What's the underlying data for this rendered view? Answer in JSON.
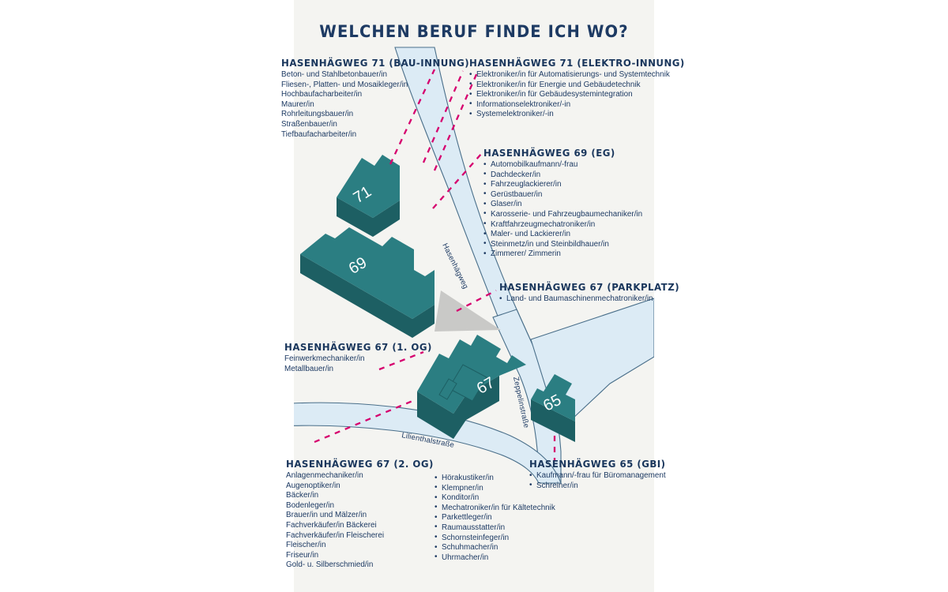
{
  "poster": {
    "title": "WELCHEN BERUF FINDE ICH WO?",
    "background_color": "#f4f4f1",
    "text_color": "#1d3a63",
    "accent_color": "#d6006e",
    "building_top_color": "#2b7e82",
    "building_side_color": "#1d5f63",
    "road_fill_color": "#dcebf5",
    "road_stroke_color": "#4a6f8a",
    "plaza_color": "#c9c9c7"
  },
  "map": {
    "buildings": [
      {
        "number": "71"
      },
      {
        "number": "69"
      },
      {
        "number": "67"
      },
      {
        "number": "65"
      }
    ],
    "streets": [
      {
        "name": "Hasenhägweg"
      },
      {
        "name": "Zeppelinstraße"
      },
      {
        "name": "Lilienthalstraße"
      }
    ]
  },
  "blocks": [
    {
      "id": "bau",
      "heading": "HASENHÄGWEG 71 (BAU-INNUNG)",
      "bulleted": false,
      "items": [
        "Beton- und Stahlbetonbauer/in",
        "Fliesen-, Platten- und Mosaikleger/in",
        "Hochbaufacharbeiter/in",
        "Maurer/in",
        "Rohrleitungsbauer/in",
        "Straßenbauer/in",
        "Tiefbaufacharbeiter/in"
      ]
    },
    {
      "id": "elektro",
      "heading": "HASENHÄGWEG 71 (ELEKTRO-INNUNG)",
      "bulleted": true,
      "items": [
        "Elektroniker/in für Automatisierungs- und Systemtechnik",
        "Elektroniker/in für Energie und Gebäudetechnik",
        "Elektroniker/in für Gebäudesystemintegration",
        "Informationselektroniker/-in",
        "Systemelektroniker/-in"
      ]
    },
    {
      "id": "69eg",
      "heading": "HASENHÄGWEG 69 (EG)",
      "bulleted": true,
      "items": [
        "Automobilkaufmann/-frau",
        "Dachdecker/in",
        "Fahrzeuglackierer/in",
        "Gerüstbauer/in",
        "Glaser/in",
        "Karosserie- und Fahrzeugbaumechaniker/in",
        "Kraftfahrzeugmechatroniker/in",
        "Maler- und Lackierer/in",
        "Steinmetz/in und Steinbildhauer/in",
        "Zimmerer/ Zimmerin"
      ]
    },
    {
      "id": "parkplatz",
      "heading": "HASENHÄGWEG 67 (PARKPLATZ)",
      "bulleted": true,
      "items": [
        "Land- und Baumaschinenmechatroniker/in"
      ]
    },
    {
      "id": "67og1",
      "heading": "HASENHÄGWEG 67 (1. OG)",
      "bulleted": false,
      "items": [
        "Feinwerkmechaniker/in",
        "Metallbauer/in"
      ]
    },
    {
      "id": "67og2",
      "heading": "HASENHÄGWEG 67 (2. OG)",
      "bulleted": false,
      "items": [
        "Anlagenmechaniker/in",
        "Augenoptiker/in",
        "Bäcker/in",
        "Bodenleger/in",
        "Brauer/in und Mälzer/in",
        "Fachverkäufer/in Bäckerei",
        "Fachverkäufer/in Fleischerei",
        "Fleischer/in",
        "Friseur/in",
        "Gold- u. Silberschmied/in"
      ]
    },
    {
      "id": "67og2b",
      "heading": "",
      "bulleted": true,
      "items": [
        "Hörakustiker/in",
        "Klempner/in",
        "Konditor/in",
        "Mechatroniker/in für Kältetechnik",
        "Parkettleger/in",
        "Raumausstatter/in",
        "Schornsteinfeger/in",
        "Schuhmacher/in",
        "Uhrmacher/in"
      ]
    },
    {
      "id": "65gb",
      "heading": "HASENHÄGWEG 65 (GBI)",
      "bulleted": true,
      "items": [
        "Kaufmann/-frau für Büromanagement",
        "Schreiner/in"
      ]
    }
  ]
}
